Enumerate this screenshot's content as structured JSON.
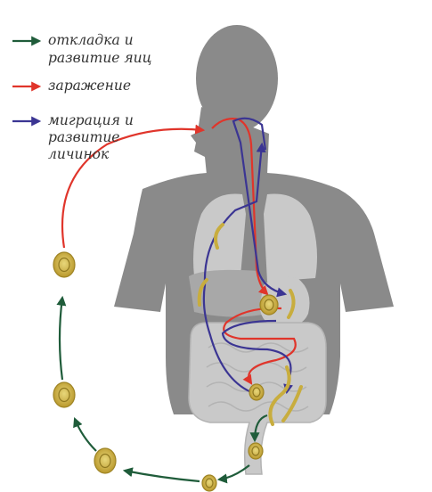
{
  "legend": {
    "items": [
      {
        "id": "eggs",
        "lines": [
          "откладка и",
          "развитие яиц"
        ],
        "color": "#1f5c3a"
      },
      {
        "id": "infection",
        "lines": [
          "заражение"
        ],
        "color": "#e0352b"
      },
      {
        "id": "migration",
        "lines": [
          "миграция и",
          "развитие",
          "личинок"
        ],
        "color": "#3b3593"
      }
    ]
  },
  "colors": {
    "body": "#8a8a8a",
    "organ_light": "#c9c9c9",
    "organ_mid": "#a8a8a8",
    "egg": "#c9b048",
    "larva": "#c8ad3e"
  },
  "icons": [
    "green-arrow-icon",
    "red-arrow-icon",
    "blue-arrow-icon",
    "egg-icon",
    "larva-icon"
  ]
}
